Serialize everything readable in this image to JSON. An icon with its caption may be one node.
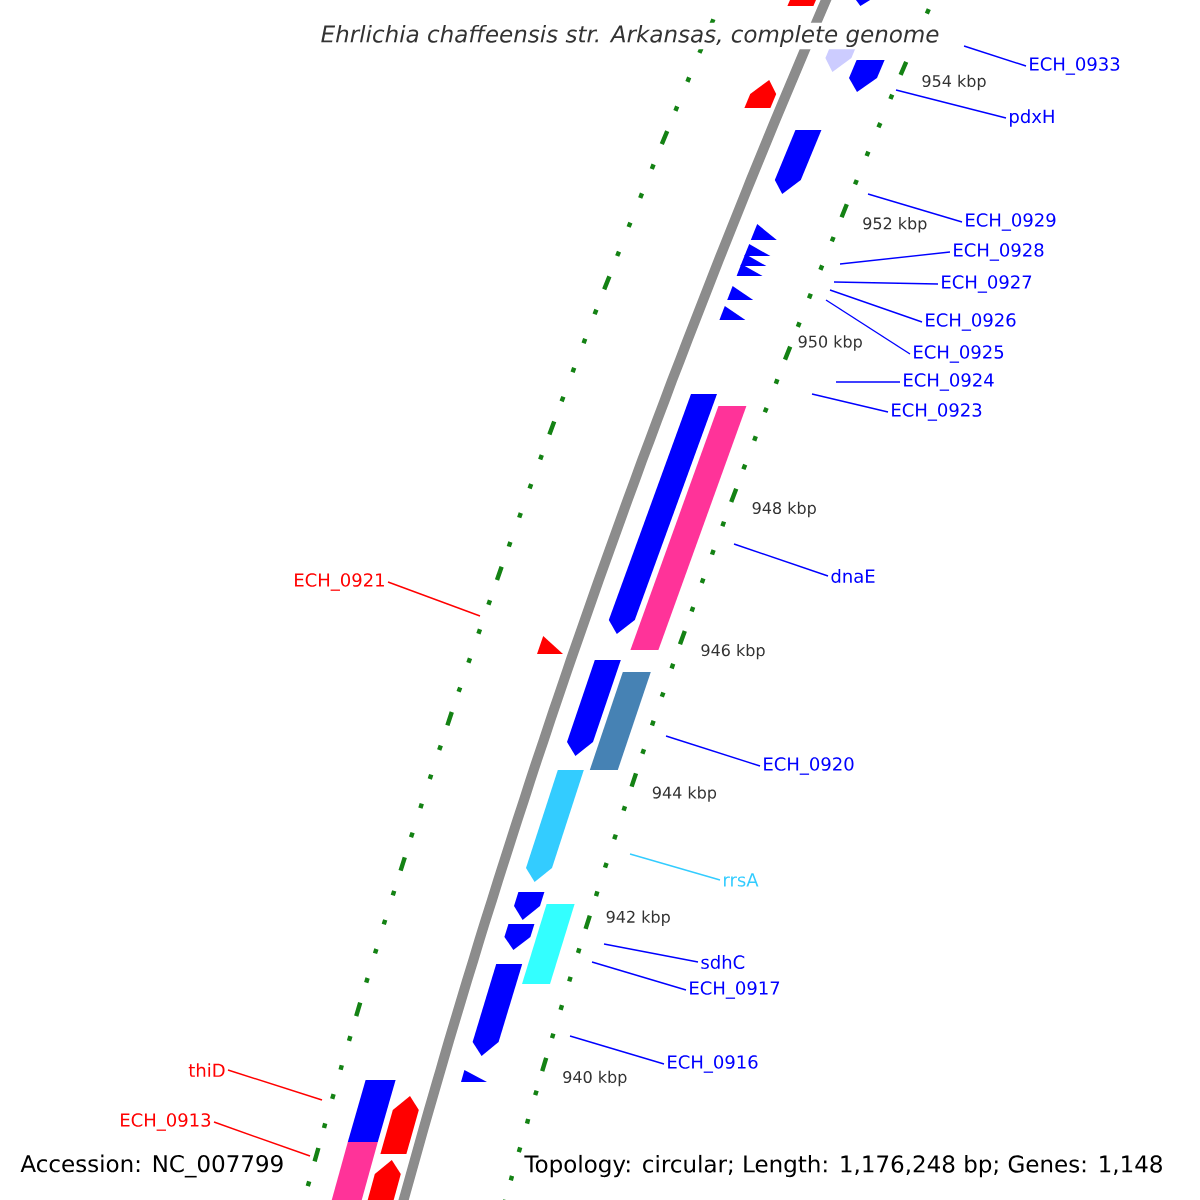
{
  "diagram": {
    "title": "Ehrlichia chaffeensis str. Arkansas, complete genome",
    "nodes": [
      {
        "text": [
          "ECH_0933"
        ]
      },
      {
        "text": [
          "pdxH"
        ]
      },
      {
        "text": [
          "ECH_0929"
        ]
      },
      {
        "text": [
          "ECH_0928"
        ]
      },
      {
        "text": [
          "ECH_0927"
        ]
      },
      {
        "text": [
          "ECH_0926"
        ]
      },
      {
        "text": [
          "ECH_0925"
        ]
      },
      {
        "text": [
          "ECH_0924"
        ]
      },
      {
        "text": [
          "ECH_0923"
        ]
      },
      {
        "text": [
          "dnaE"
        ]
      },
      {
        "text": [
          "ECH_0921"
        ]
      },
      {
        "text": [
          "ECH_0920"
        ]
      },
      {
        "text": [
          "rrsA"
        ]
      },
      {
        "text": [
          "sdhC"
        ]
      },
      {
        "text": [
          "ECH_0917"
        ]
      },
      {
        "text": [
          "ECH_0916"
        ]
      },
      {
        "text": [
          "thiD"
        ]
      },
      {
        "text": [
          "ECH_0913"
        ]
      }
    ],
    "edges": [
      {
        "from": 0,
        "to": null,
        "arrow": "none"
      },
      {
        "from": 1,
        "to": null,
        "arrow": "none"
      },
      {
        "from": 2,
        "to": null,
        "arrow": "none"
      },
      {
        "from": 3,
        "to": null,
        "arrow": "none"
      },
      {
        "from": 4,
        "to": null,
        "arrow": "none"
      },
      {
        "from": 5,
        "to": null,
        "arrow": "none"
      },
      {
        "from": 6,
        "to": null,
        "arrow": "none"
      },
      {
        "from": 7,
        "to": null,
        "arrow": "none"
      },
      {
        "from": 8,
        "to": null,
        "arrow": "none"
      },
      {
        "from": 9,
        "to": null,
        "arrow": "none"
      },
      {
        "from": 10,
        "to": null,
        "arrow": "none",
        "color": "#ff0000"
      },
      {
        "from": 11,
        "to": null,
        "arrow": "none"
      },
      {
        "from": 12,
        "to": null,
        "arrow": "none",
        "color": "#33ccff"
      },
      {
        "from": 13,
        "to": null,
        "arrow": "none"
      },
      {
        "from": 14,
        "to": null,
        "arrow": "none"
      },
      {
        "from": 15,
        "to": null,
        "arrow": "none"
      },
      {
        "from": 16,
        "to": null,
        "arrow": "none",
        "color": "#ff0000"
      },
      {
        "from": 17,
        "to": null,
        "arrow": "none",
        "color": "#ff0000"
      }
    ],
    "labels": [
      "954 kbp",
      "952 kbp",
      "950 kbp",
      "948 kbp",
      "946 kbp",
      "944 kbp",
      "942 kbp",
      "940 kbp",
      "Accession: NC_007799",
      "Topology: circular; Length: 1,176,248 bp; Genes: 1,148"
    ]
  }
}
